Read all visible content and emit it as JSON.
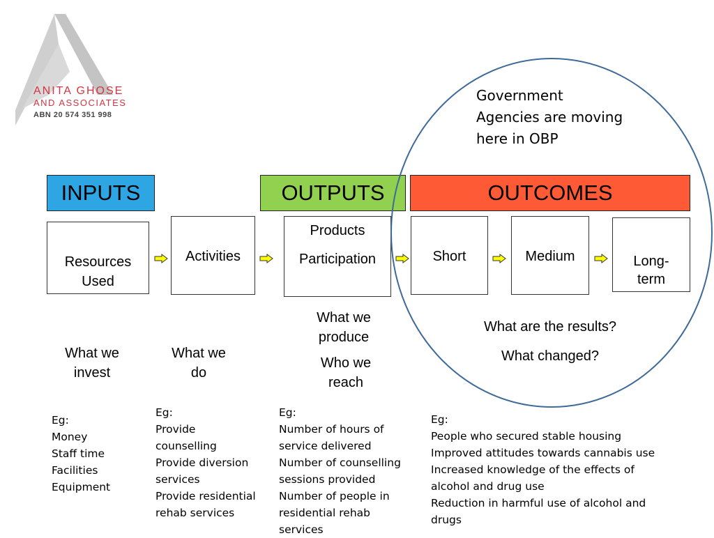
{
  "logo": {
    "line1": "ANITA GHOSE",
    "line2": "AND ASSOCIATES",
    "line3": "ABN 20 574 351 998",
    "colors": {
      "mark": "#c9c9c9",
      "text": "#d4343f"
    }
  },
  "callout": {
    "lines": [
      "Government",
      "Agencies are moving",
      "here in OBP"
    ]
  },
  "headers": {
    "inputs": "INPUTS",
    "outputs": "OUTPUTS",
    "outcomes": "OUTCOMES",
    "colors": {
      "inputs": "#2fa6e4",
      "outputs": "#92d050",
      "outcomes": "#ff5a36"
    }
  },
  "boxes": {
    "resources": [
      "Resources",
      "Used"
    ],
    "activities": "Activities",
    "products": "Products",
    "participation": "Participation",
    "short": "Short",
    "medium": "Medium",
    "longterm": [
      "Long-",
      "term"
    ]
  },
  "questions": {
    "invest": [
      "What we",
      "invest"
    ],
    "do": [
      "What we",
      "do"
    ],
    "produce": [
      "What we",
      "produce"
    ],
    "reach": [
      "Who we",
      "reach"
    ],
    "results": "What are the results?",
    "changed": "What changed?"
  },
  "examples": {
    "inputs": [
      "Eg:",
      "Money",
      "Staff time",
      "Facilities",
      "Equipment"
    ],
    "activities": [
      "Eg:",
      "Provide",
      "counselling",
      "Provide diversion",
      "services",
      "Provide residential",
      "rehab services"
    ],
    "outputs": [
      "Eg:",
      "Number of hours of",
      "service delivered",
      "Number of counselling",
      "sessions provided",
      "Number of people in",
      "residential rehab",
      "services"
    ],
    "outcomes": [
      "Eg:",
      "People who secured stable housing",
      "Improved attitudes towards cannabis use",
      "Increased knowledge of the effects of",
      "alcohol and drug use",
      "Reduction in harmful use of alcohol and",
      "drugs"
    ]
  },
  "arrow_color": "#ffff00",
  "circle_color": "#3e6a9a"
}
